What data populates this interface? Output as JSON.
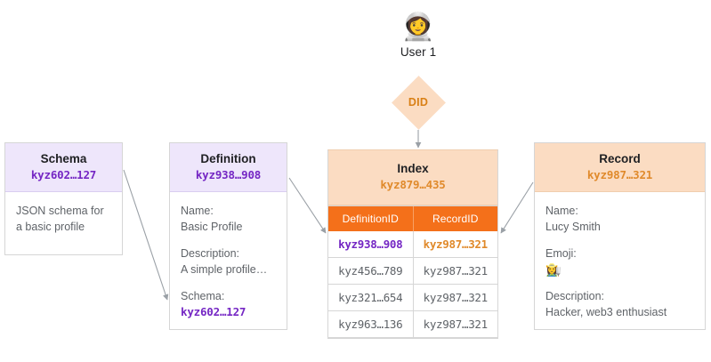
{
  "user": {
    "avatar_icon": "astronaut-emoji",
    "avatar_glyph": "👩‍🚀",
    "label": "User 1"
  },
  "did": {
    "label": "DID",
    "shape": "diamond",
    "fill": "#FBDCC2",
    "text_color": "#D98016"
  },
  "schema": {
    "title": "Schema",
    "id": "kyz602…127",
    "body_line1": "JSON schema for",
    "body_line2": "a basic profile"
  },
  "definition": {
    "title": "Definition",
    "id": "kyz938…908",
    "fields": [
      {
        "label": "Name:",
        "value": "Basic Profile",
        "kind": "text"
      },
      {
        "label": "Description:",
        "value": "A simple profile…",
        "kind": "text"
      },
      {
        "label": "Schema:",
        "value": "kyz602…127",
        "kind": "id-purple"
      }
    ]
  },
  "index": {
    "title": "Index",
    "id": "kyz879…435",
    "columns": [
      "DefinitionID",
      "RecordID"
    ],
    "rows": [
      {
        "definition_id": "kyz938…908",
        "record_id": "kyz987…321",
        "highlight": true
      },
      {
        "definition_id": "kyz456…789",
        "record_id": "kyz987…321",
        "highlight": false
      },
      {
        "definition_id": "kyz321…654",
        "record_id": "kyz987…321",
        "highlight": false
      },
      {
        "definition_id": "kyz963…136",
        "record_id": "kyz987…321",
        "highlight": false
      }
    ]
  },
  "record": {
    "title": "Record",
    "id": "kyz987…321",
    "fields": [
      {
        "label": "Name:",
        "value": "Lucy Smith",
        "kind": "text"
      },
      {
        "label": "Emoji:",
        "value": "👩‍🌾",
        "kind": "emoji"
      },
      {
        "label": "Description:",
        "value": "Hacker, web3 enthusiast",
        "kind": "text"
      }
    ]
  },
  "colors": {
    "purple_header": "#EEE6FB",
    "purple_text": "#7527C4",
    "peach_header": "#FBDCC2",
    "orange_text": "#E08A2B",
    "orange_table_header": "#F4701A",
    "border": "#d6d6d6",
    "body_text": "#5f6368",
    "connector": "#9aa0a6"
  },
  "connectors": [
    {
      "name": "did-to-index",
      "from": "did",
      "to": "index"
    },
    {
      "name": "schema-to-definition",
      "from": "schema",
      "to": "definition"
    },
    {
      "name": "definition-to-index-row",
      "from": "definition",
      "to": "index"
    },
    {
      "name": "record-to-index-row",
      "from": "record",
      "to": "index"
    }
  ]
}
